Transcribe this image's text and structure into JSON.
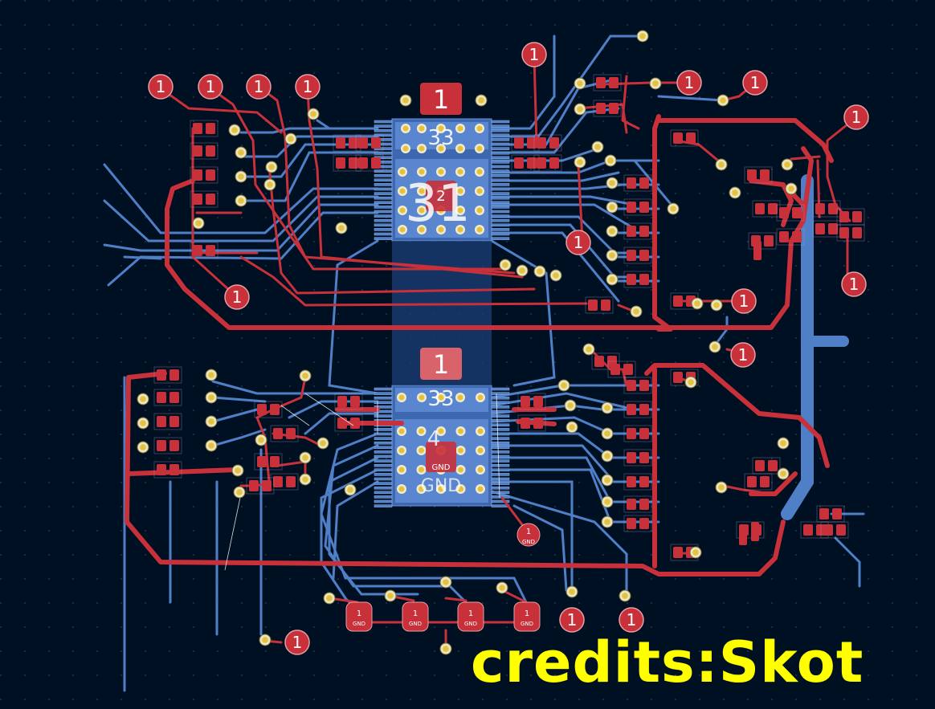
{
  "board": {
    "background": "#001023",
    "colors": {
      "front_copper": "#c8303a",
      "back_copper": "#4f7fc7",
      "via_ring": "#e6c23a",
      "silkscreen": "#ffffff",
      "highlight": "#ffff00"
    },
    "net_label": "1",
    "gnd_label": "GND",
    "pad_number_3": "33",
    "pad_number_2": "2",
    "pad_number_31": "31",
    "pad_number_4": "4"
  },
  "credits": {
    "text": "credits:Skot"
  }
}
